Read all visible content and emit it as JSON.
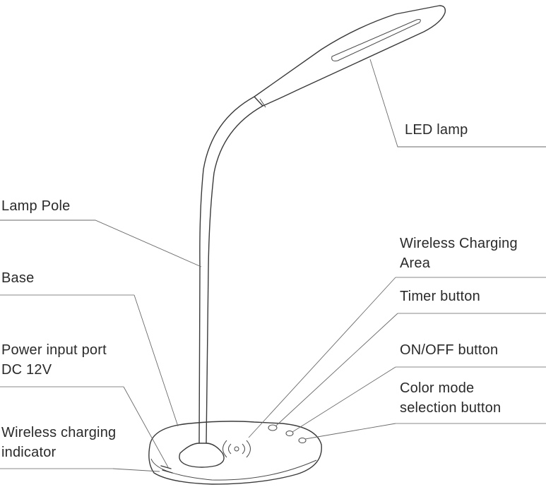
{
  "labels": {
    "led_lamp": "LED lamp",
    "lamp_pole": "Lamp Pole",
    "base": "Base",
    "power_port_1": "Power input port",
    "power_port_2": "DC 12V",
    "wireless_indicator_1": "Wireless charging",
    "wireless_indicator_2": "indicator",
    "wireless_area_1": "Wireless Charging",
    "wireless_area_2": "Area",
    "timer_button": "Timer button",
    "onoff_button": "ON/OFF button",
    "color_mode_1": "Color mode",
    "color_mode_2": "selection button"
  },
  "colors": {
    "ink": "#3a3a3a",
    "text": "#2a2a2a",
    "background": "#ffffff"
  }
}
